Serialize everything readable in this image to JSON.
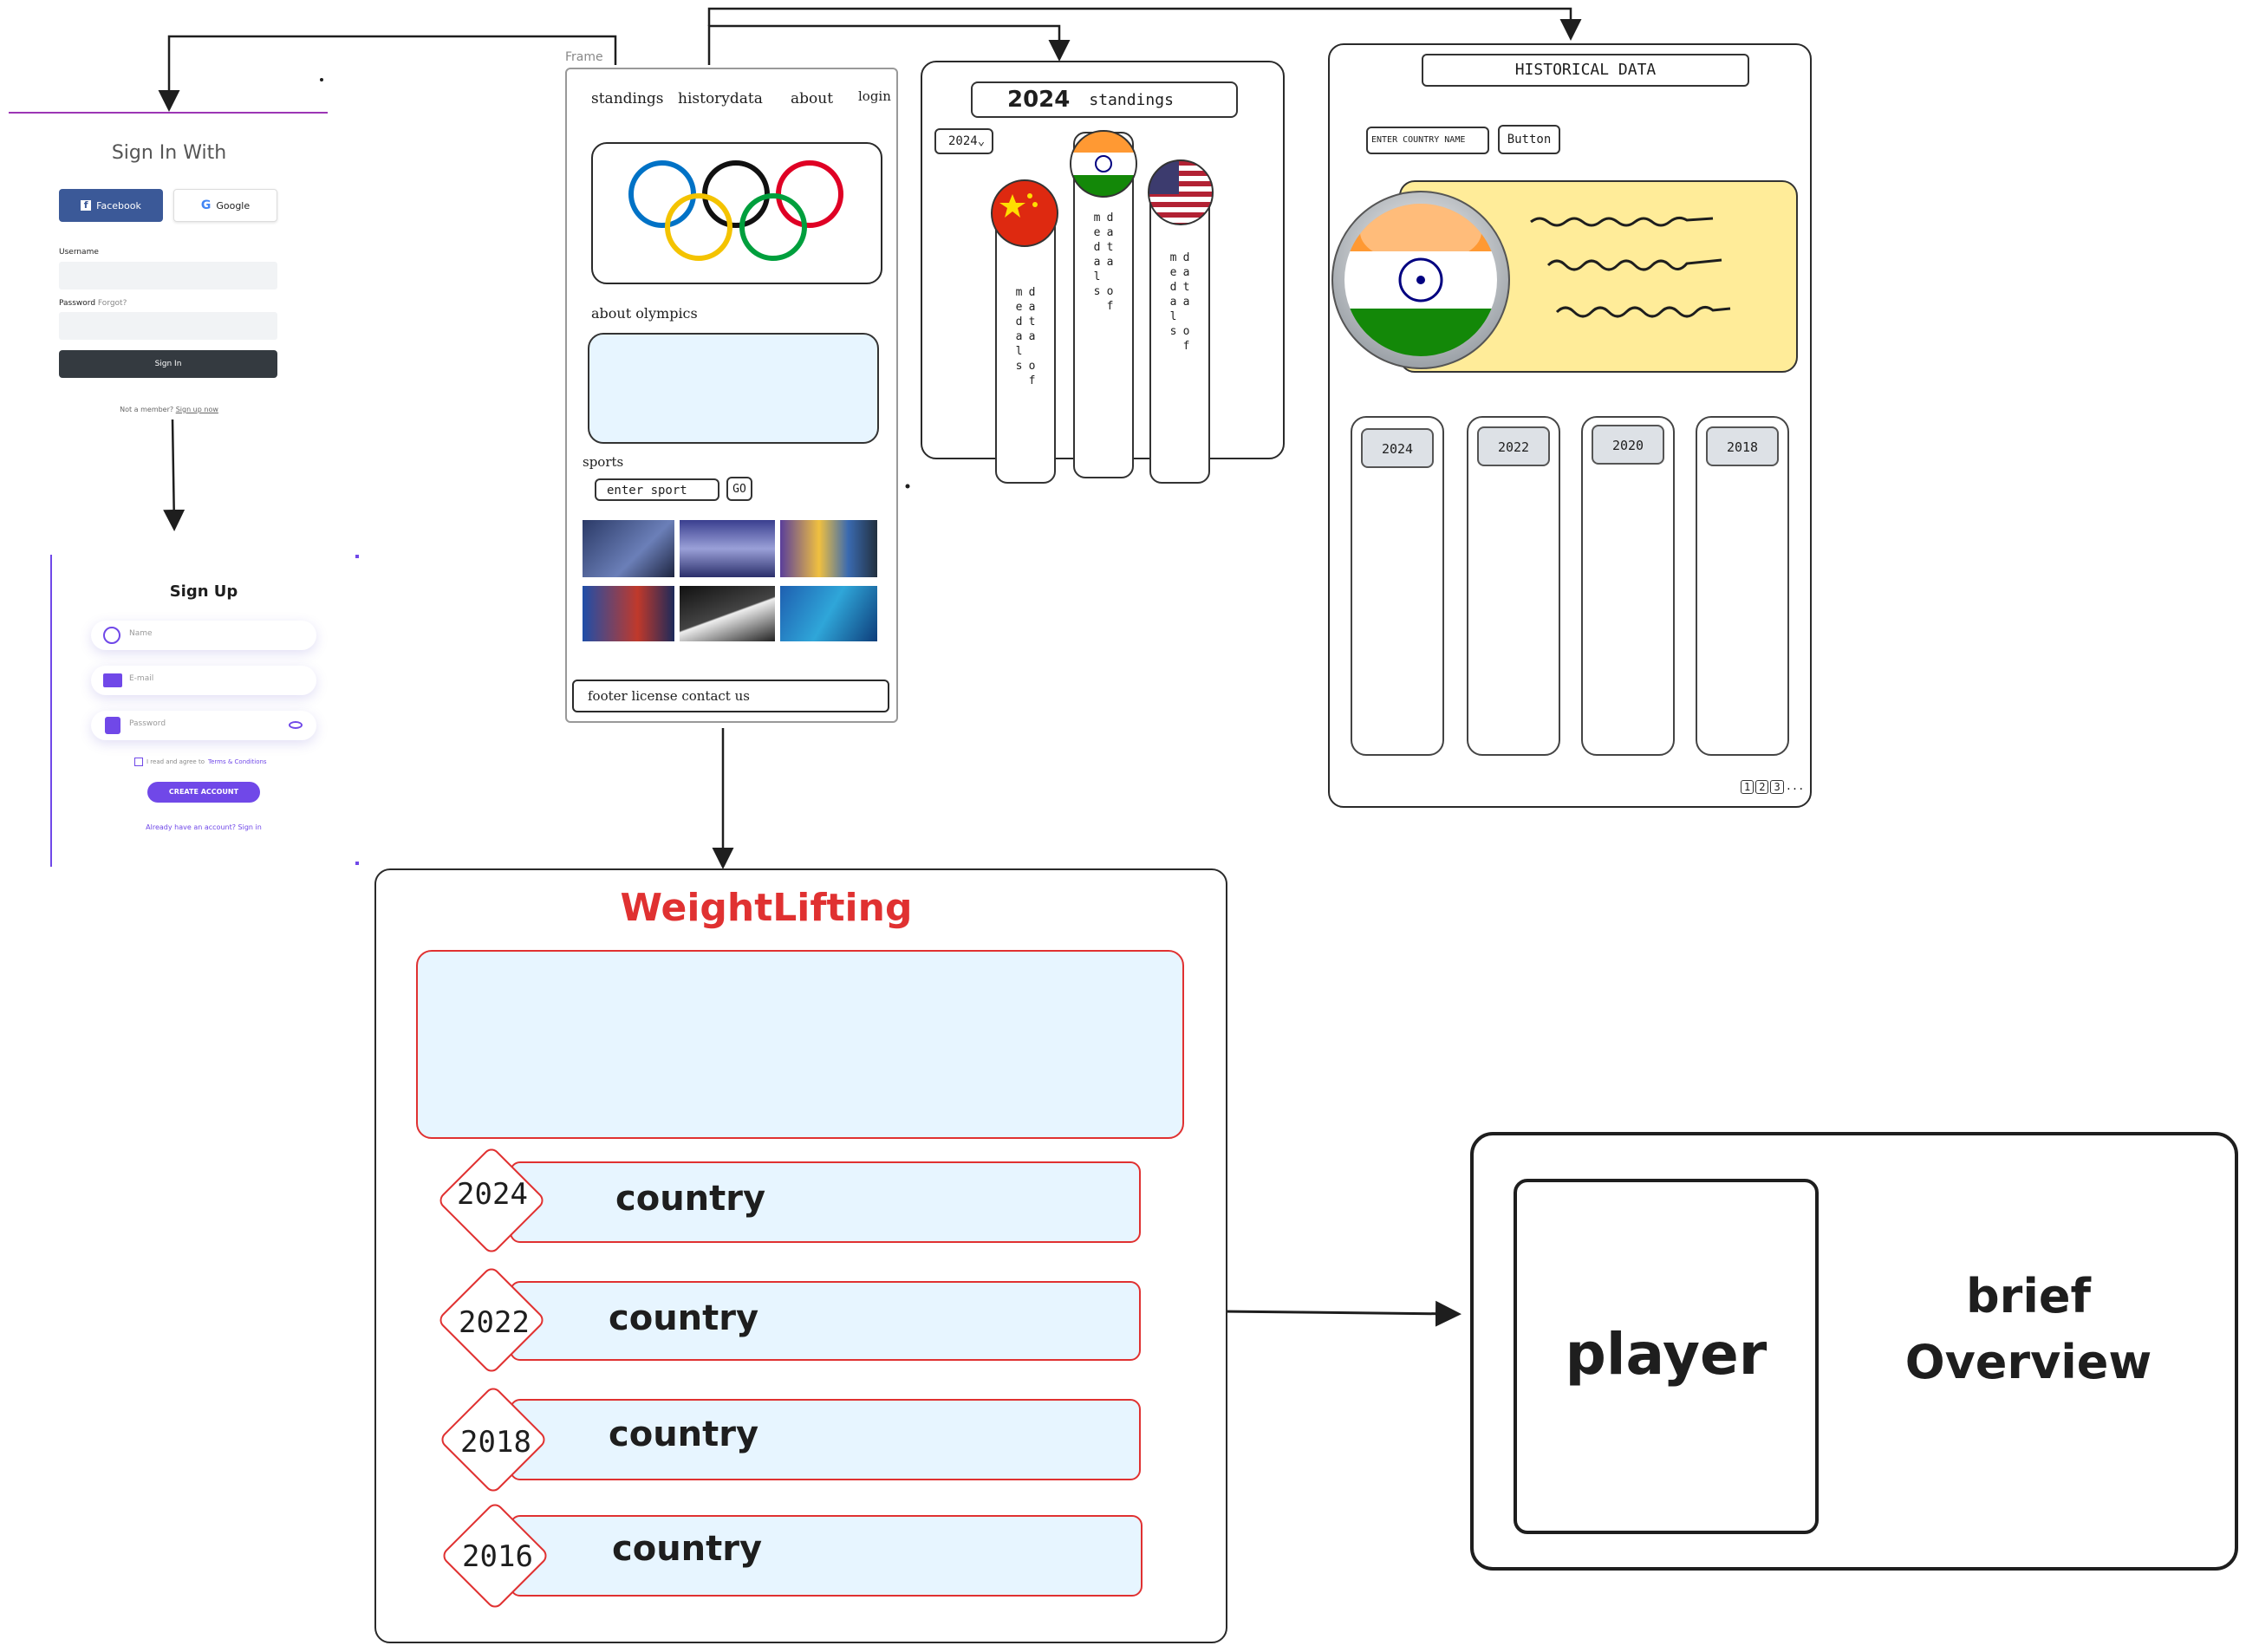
{
  "sign_in": {
    "title": "Sign In With",
    "facebook_label": "Facebook",
    "google_label": "Google",
    "username_label": "Username",
    "password_label": "Password",
    "forgot_label": "Forgot?",
    "submit_label": "Sign In",
    "member_text": "Not a member?",
    "signup_link": "Sign up now"
  },
  "sign_up": {
    "title": "Sign Up",
    "name_placeholder": "Name",
    "email_placeholder": "E-mail",
    "password_placeholder": "Password",
    "terms_text": "I read and agree to",
    "terms_link": "Terms & Conditions",
    "create_label": "CREATE ACCOUNT",
    "already_text": "Already have an account?",
    "signin_link": "Sign in"
  },
  "frame": {
    "label": "Frame",
    "nav": [
      "standings",
      "historydata",
      "about",
      "login"
    ],
    "about_heading": "about olympics",
    "sports_heading": "sports",
    "search_placeholder": "enter sport",
    "go_label": "GO",
    "footer_text": "footer license  contact us"
  },
  "standings": {
    "year_title": "2024",
    "title": "standings",
    "year_select": "2024",
    "column_text": "data of medals",
    "flags": [
      "china-flag",
      "india-flag",
      "usa-flag"
    ]
  },
  "historical": {
    "title": "HISTORICAL DATA",
    "input_placeholder": "ENTER COUNTRY NAME",
    "button_label": "Button",
    "years": [
      "2024",
      "2022",
      "2020",
      "2018"
    ],
    "pages": [
      "1",
      "2",
      "3"
    ],
    "more": "..."
  },
  "weightlifting": {
    "title": "WeightLifting",
    "rows": [
      {
        "year": "2024",
        "label": "country"
      },
      {
        "year": "2022",
        "label": "country"
      },
      {
        "year": "2018",
        "label": "country"
      },
      {
        "year": "2016",
        "label": "country"
      }
    ]
  },
  "player_card": {
    "player_label": "player",
    "brief_line1": "brief",
    "brief_line2": "Overview"
  },
  "colors": {
    "accent_red": "#e03131",
    "light_blue": "#e7f5ff",
    "yellow_card": "#ffec99",
    "purple": "#7048e8",
    "facebook": "#3b5998",
    "dark_button": "#343a40"
  }
}
